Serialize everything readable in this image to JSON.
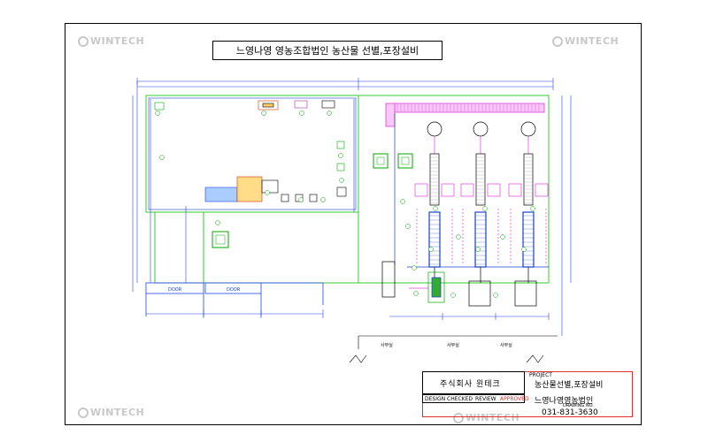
{
  "header": {
    "title": "느영나영 영농조합법인 농산물 선별,포장설비",
    "logo_text": "WINTECH"
  },
  "plan": {
    "door_labels": [
      "DOOR",
      "DOOR"
    ],
    "office_labels": [
      "사무실",
      "사무실",
      "사무실"
    ]
  },
  "title_block": {
    "company": "주식회사  윈테크",
    "roles": [
      "DESIGN",
      "CHECKED",
      "REVIEW",
      "APPROVED"
    ],
    "project_label": "PROJECT",
    "project_name": "농산물선별,포장설비",
    "client": "느영나영영농법인",
    "drawing_no_label": "DRAWING NO.",
    "phone": "031-831-3630"
  },
  "colors": {
    "line_green": "#33cc33",
    "wall_blue": "#1a3fcc",
    "accent_magenta": "#e040e0",
    "frame_red": "#e03030",
    "dim_blue": "#2244ee"
  }
}
